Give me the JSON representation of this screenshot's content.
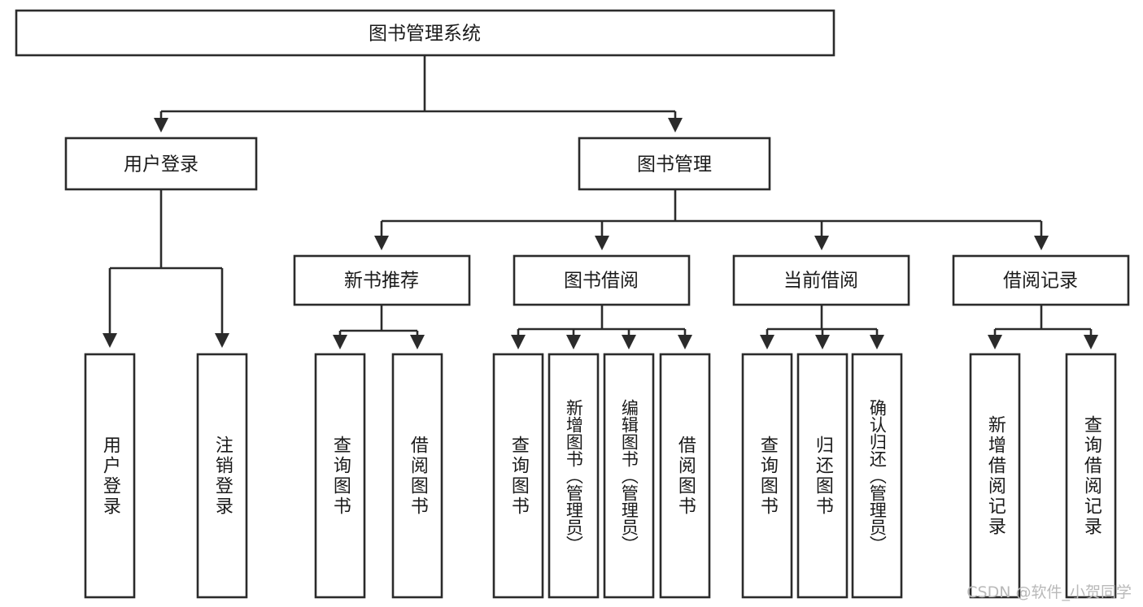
{
  "diagram": {
    "type": "tree-hierarchy-chart",
    "title_node": "图书管理系统",
    "colors": {
      "box_stroke": "#2b2b2b",
      "box_fill": "#ffffff",
      "text": "#1a1a1a",
      "background": "#ffffff",
      "watermark": "#b9b9b9"
    },
    "levels": {
      "root": {
        "label": "图书管理系统"
      },
      "level1": [
        {
          "label": "用户登录"
        },
        {
          "label": "图书管理"
        }
      ],
      "level2": [
        {
          "label": "新书推荐"
        },
        {
          "label": "图书借阅"
        },
        {
          "label": "当前借阅"
        },
        {
          "label": "借阅记录"
        }
      ],
      "leaves": {
        "user_login": [
          {
            "label": "用户登录"
          },
          {
            "label": "注销登录"
          }
        ],
        "new_book": [
          {
            "label": "查询图书"
          },
          {
            "label": "借阅图书"
          }
        ],
        "book_borrow": [
          {
            "label": "查询图书"
          },
          {
            "label": "新增图书（管理员）"
          },
          {
            "label": "编辑图书（管理员）"
          },
          {
            "label": "借阅图书"
          }
        ],
        "current_borrow": [
          {
            "label": "查询图书"
          },
          {
            "label": "归还图书"
          },
          {
            "label": "确认归还（管理员）"
          }
        ],
        "borrow_record": [
          {
            "label": "新增借阅记录"
          },
          {
            "label": "查询借阅记录"
          }
        ]
      }
    }
  },
  "watermark": {
    "text": "CSDN @软件_小贺同学"
  }
}
